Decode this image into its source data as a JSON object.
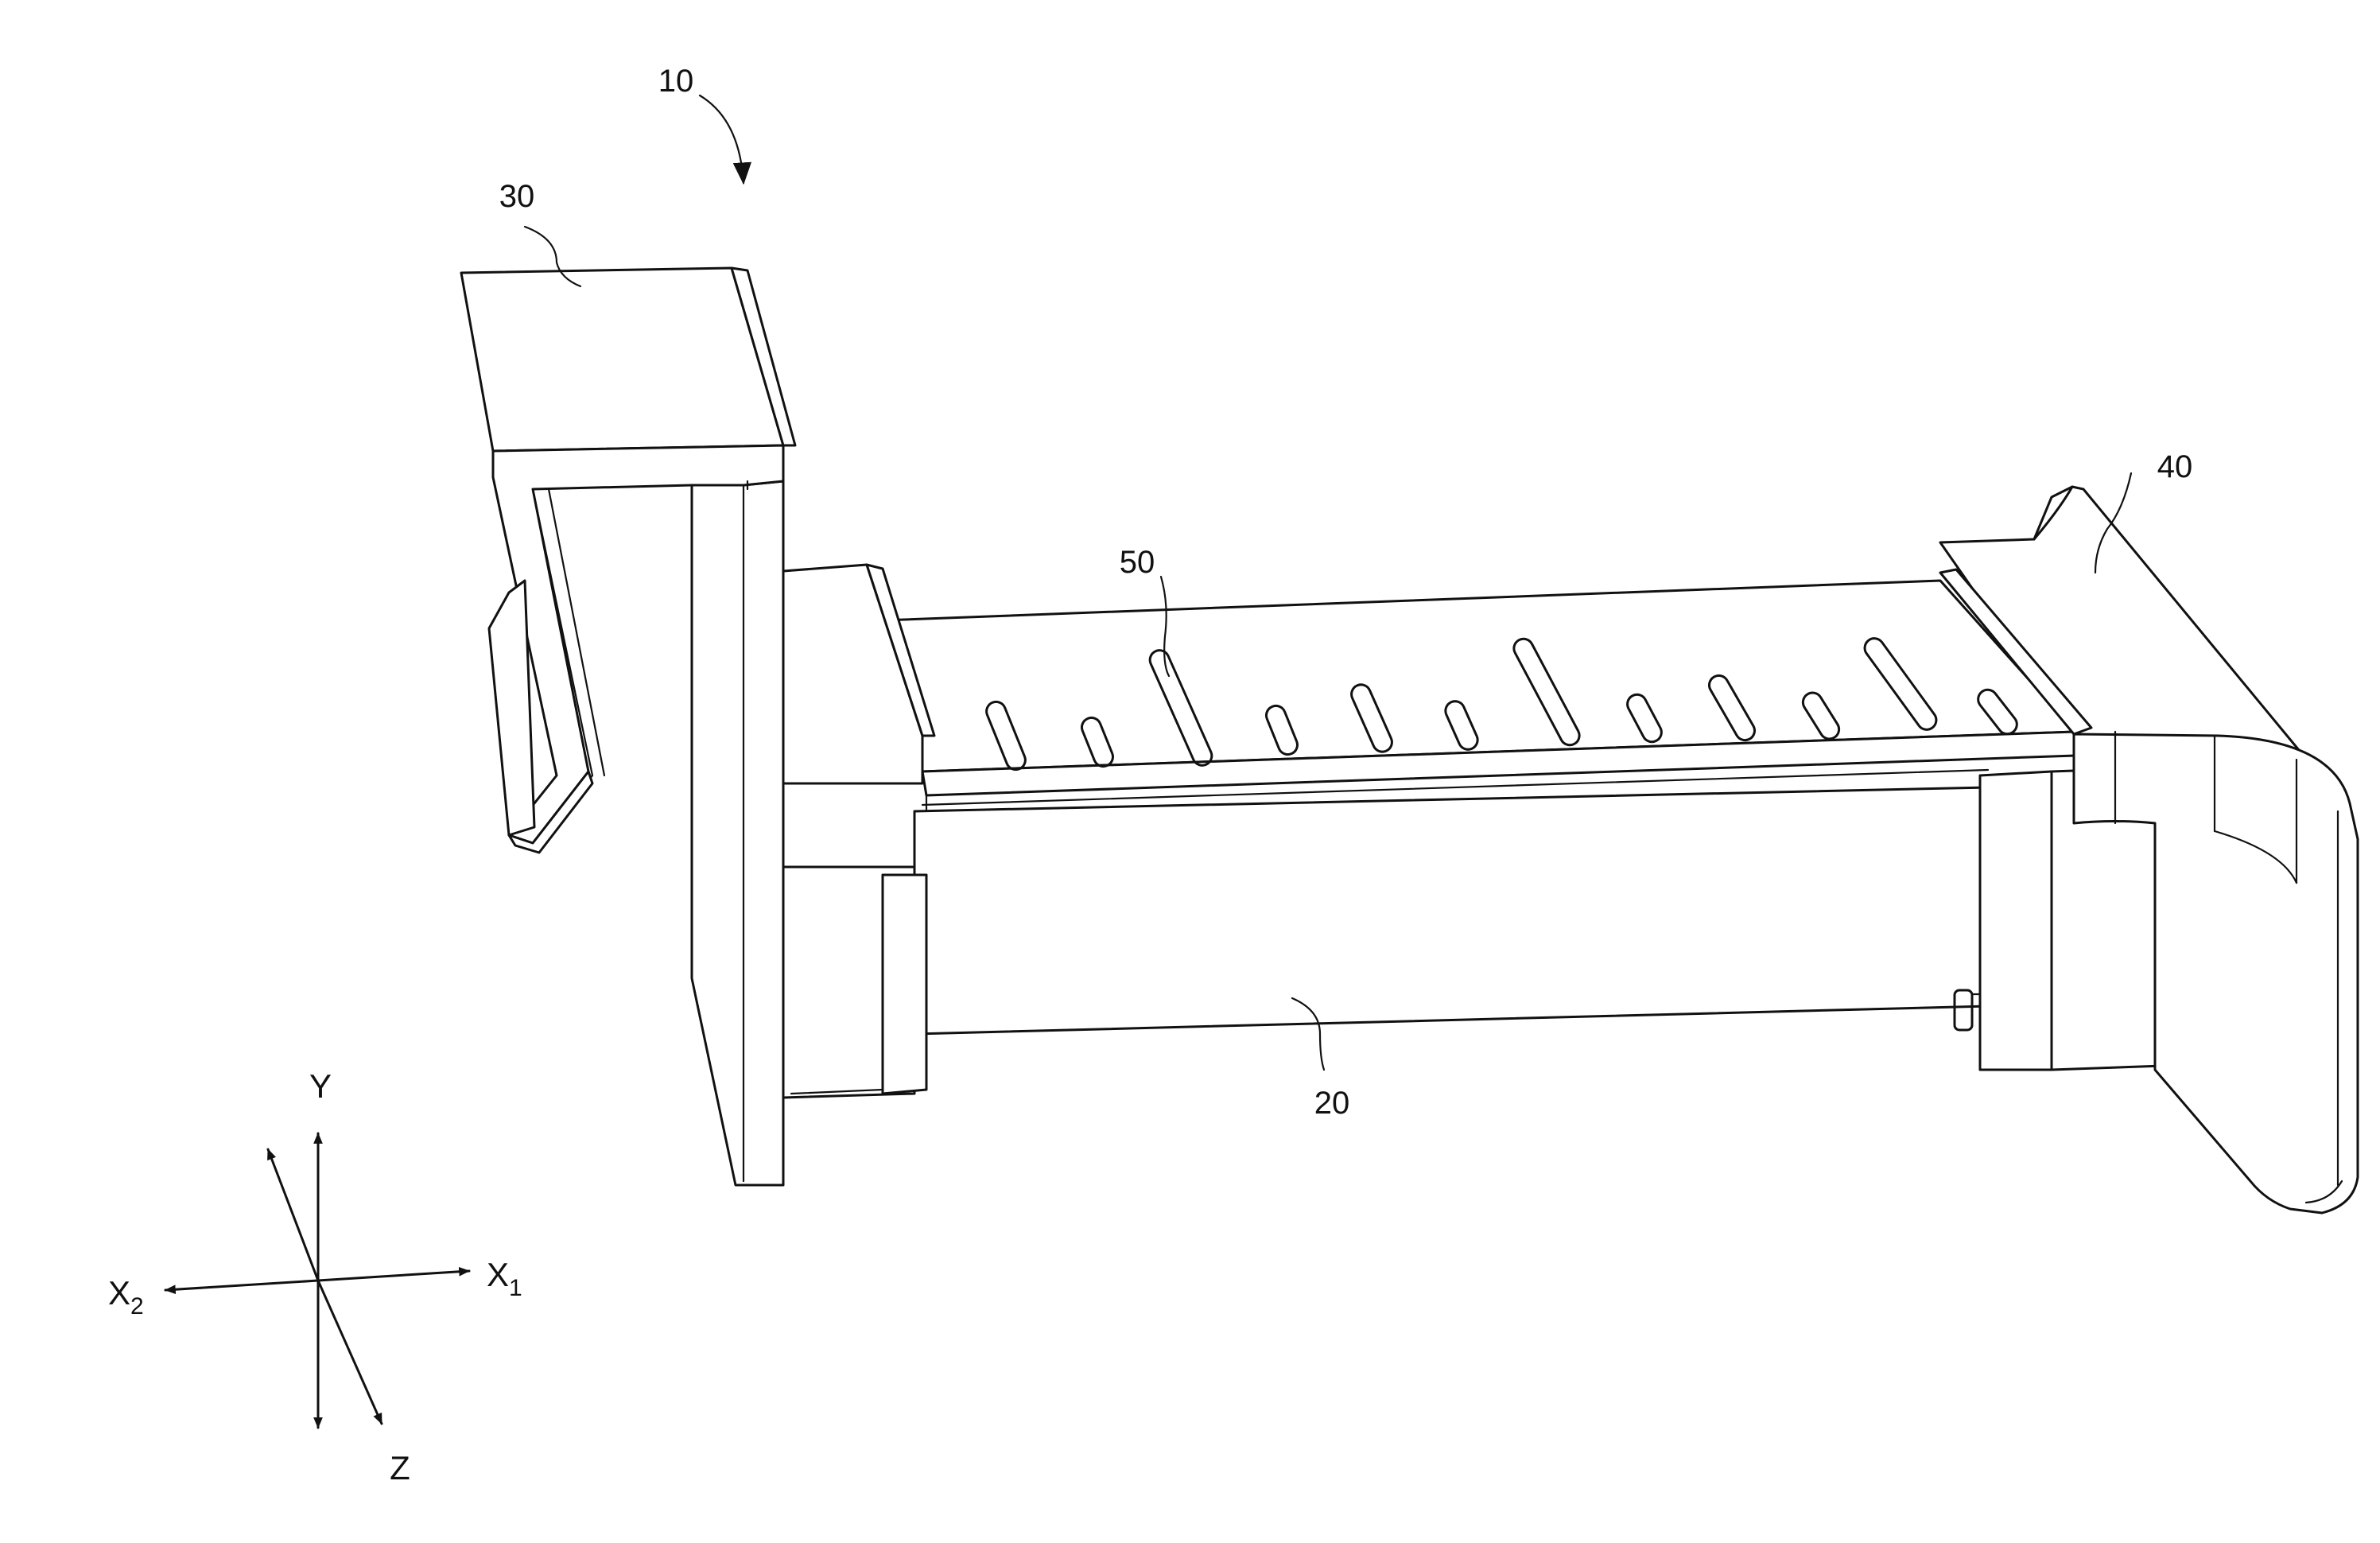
{
  "labels": {
    "assembly": "10",
    "body": "20",
    "hook": "30",
    "end_cap": "40",
    "slots": "50"
  },
  "axes": {
    "y": "Y",
    "z": "Z",
    "x1_main": "X",
    "x1_sub": "1",
    "x2_main": "X",
    "x2_sub": "2"
  },
  "colors": {
    "ink": "#111111",
    "paper": "#ffffff"
  }
}
